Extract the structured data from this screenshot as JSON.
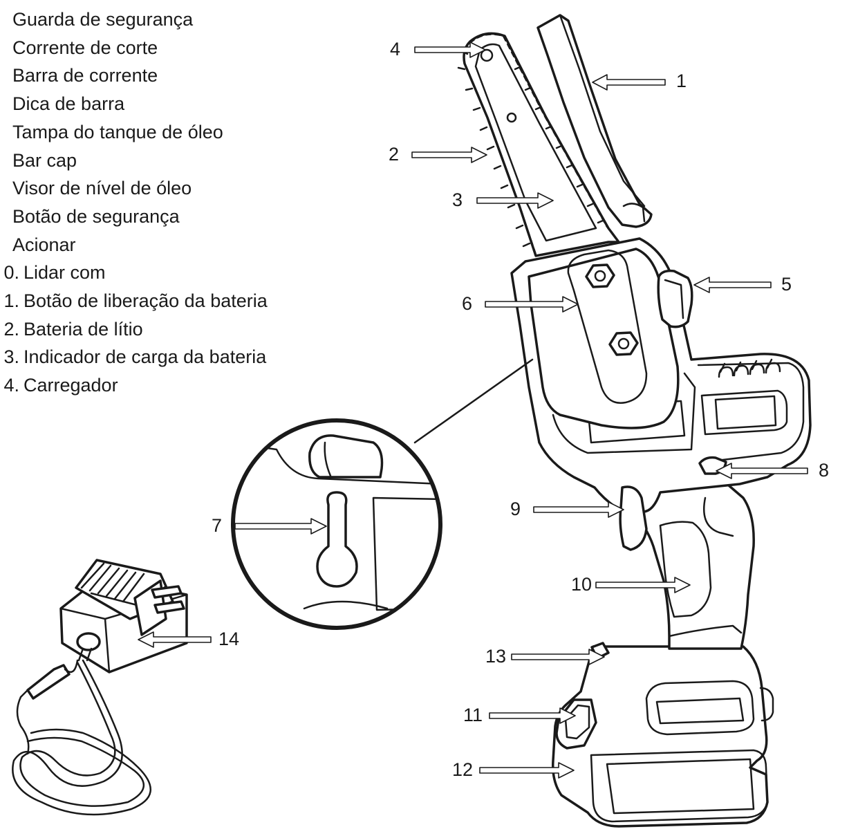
{
  "legend": {
    "items": [
      {
        "num": "",
        "label": "Guarda de segurança"
      },
      {
        "num": "",
        "label": "Corrente de corte"
      },
      {
        "num": "",
        "label": "Barra de corrente"
      },
      {
        "num": "",
        "label": "Dica de barra"
      },
      {
        "num": "",
        "label": "Tampa do tanque de óleo"
      },
      {
        "num": "",
        "label": "Bar cap"
      },
      {
        "num": "",
        "label": "Visor de nível de óleo"
      },
      {
        "num": "",
        "label": "Botão de segurança"
      },
      {
        "num": "",
        "label": "Acionar"
      },
      {
        "num": "0.",
        "label": "Lidar com"
      },
      {
        "num": "1.",
        "label": "Botão de liberação da bateria"
      },
      {
        "num": "2.",
        "label": "Bateria de lítio"
      },
      {
        "num": "3.",
        "label": "Indicador de carga da bateria"
      },
      {
        "num": "4.",
        "label": "Carregador"
      }
    ]
  },
  "callouts": [
    "1",
    "2",
    "3",
    "4",
    "5",
    "6",
    "7",
    "8",
    "9",
    "10",
    "11",
    "12",
    "13",
    "14"
  ]
}
